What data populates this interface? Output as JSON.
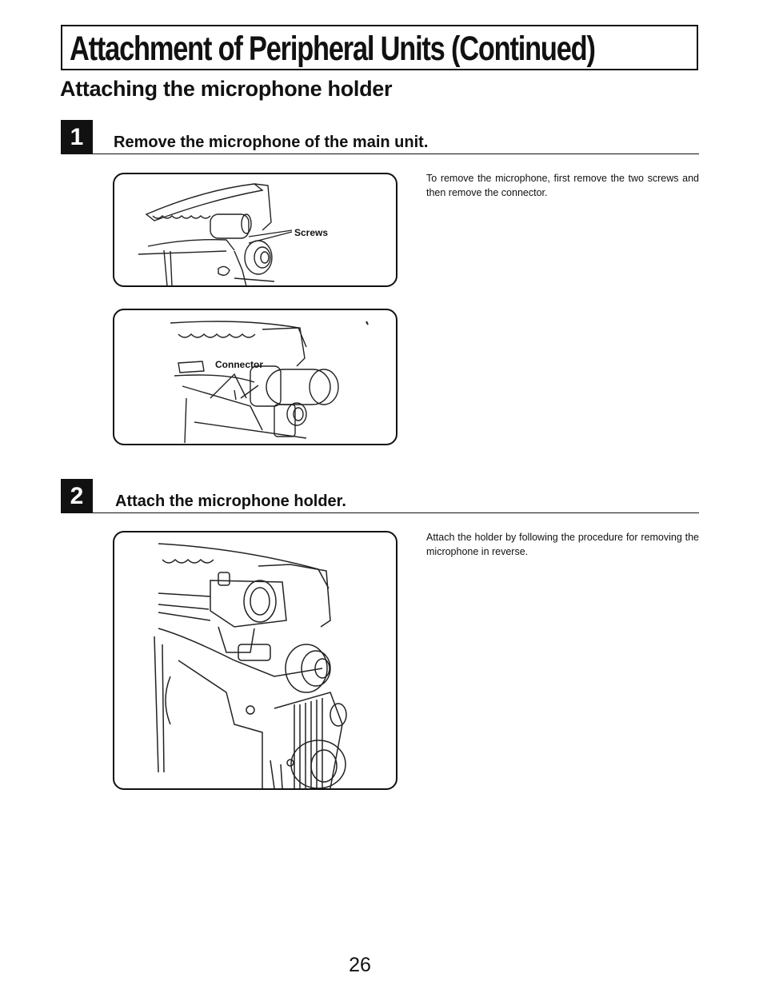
{
  "page": {
    "title": "Attachment of Peripheral Units (Continued)",
    "section_title": "Attaching the microphone holder",
    "page_number": "26"
  },
  "steps": [
    {
      "number": "1",
      "heading": "Remove the microphone of the main unit.",
      "description": "To remove the microphone, first remove the two screws and then remove the connector.",
      "figures": [
        {
          "callout": "Screws",
          "illustration": "camera-mic-screws"
        },
        {
          "callout": "Connector",
          "illustration": "camera-mic-connector"
        }
      ]
    },
    {
      "number": "2",
      "heading": "Attach the microphone holder.",
      "description": "Attach the holder by following the procedure for removing the microphone in reverse.",
      "figures": [
        {
          "illustration": "camera-mic-holder"
        }
      ]
    }
  ]
}
